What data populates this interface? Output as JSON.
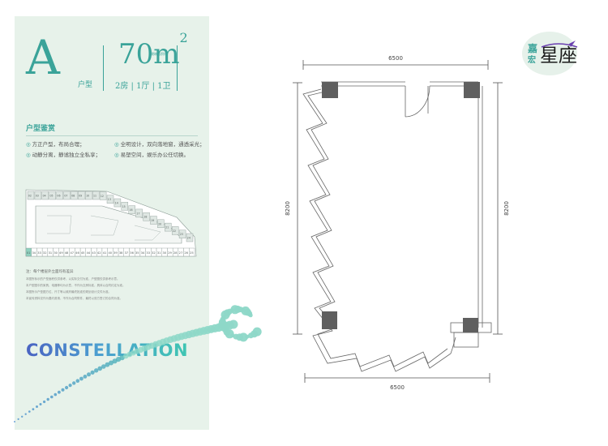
{
  "unit": {
    "letter": "A",
    "type_label": "户型",
    "area": "70m",
    "area_sup": "2",
    "area_caption": "建筑面积约",
    "rooms": "2房 | 1厅 | 1卫"
  },
  "appreciation": {
    "title": "户型鉴赏",
    "features": [
      "方正户型，布局合理；",
      "全明设计，双向落地窗，通透采光；",
      "动静分离，静谧独立全私享；",
      "易塑空间，娱乐办公任切换。"
    ]
  },
  "site_plan": {
    "units_bottom": [
      "01",
      "34",
      "33",
      "32",
      "31",
      "30",
      "49",
      "48",
      "47",
      "46",
      "45",
      "44",
      "43",
      "42",
      "41",
      "40",
      "39",
      "38",
      "37",
      "36",
      "35",
      "34",
      "33",
      "32",
      "31",
      "30",
      "29",
      "28",
      "27",
      "26",
      "25"
    ],
    "units_top": [
      "02",
      "03",
      "04",
      "05",
      "06",
      "07",
      "08",
      "09",
      "10",
      "11",
      "12",
      "13",
      "14",
      "15",
      "16",
      "17",
      "18",
      "19",
      "20",
      "21",
      "22",
      "23",
      "24"
    ]
  },
  "notes": {
    "title": "注：每个楼层外立面均有差异",
    "lines": [
      "本图所标示的户型面积仅供参考，以实际交付为准，户型图仅供参考示意。",
      "本户型图中的家具、电器等均为示意，不作为交房标准，具体以合同约定为准。",
      "本图所示户型图方位、尺寸等以政府最终批准的规划设计文件为准。",
      "本宣传资料仅作为要约邀请，不作为合同附件，最终以双方签订的合同为准。"
    ]
  },
  "brand": {
    "constellation": "CONSTELLATION",
    "logo_small_1": "嘉",
    "logo_small_2": "宏",
    "logo_big": "星座"
  },
  "floor_plan": {
    "dim_top": "6500",
    "dim_bottom": "6500",
    "dim_left": "8200",
    "dim_right": "8200"
  },
  "colors": {
    "teal": "#3aa399",
    "panel": "#e7f2ea",
    "column": "#5f5f5f"
  }
}
